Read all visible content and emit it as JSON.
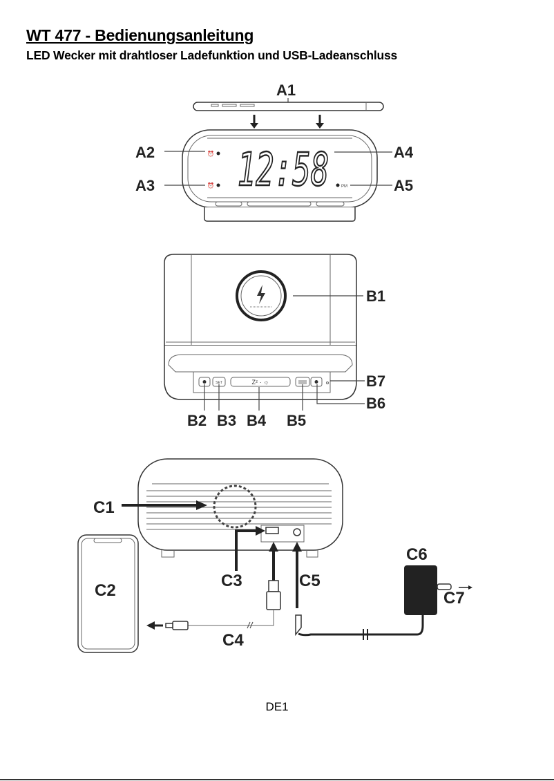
{
  "header": {
    "title": "WT 477 - Bedienungsanleitung",
    "subtitle": "LED Wecker mit drahtloser Ladefunktion und USB-Ladeanschluss"
  },
  "figure_a": {
    "labels": {
      "a1": "A1",
      "a2": "A2",
      "a3": "A3",
      "a4": "A4",
      "a5": "A5"
    },
    "display_time": "12:58",
    "pm_indicator": "PM"
  },
  "figure_b": {
    "labels": {
      "b1": "B1",
      "b2": "B2",
      "b3": "B3",
      "b4": "B4",
      "b5": "B5",
      "b6": "B6",
      "b7": "B7"
    },
    "set_button": "SET",
    "snooze_light_button": "Zᶻ · ☼"
  },
  "figure_c": {
    "labels": {
      "c1": "C1",
      "c2": "C2",
      "c3": "C3",
      "c4": "C4",
      "c5": "C5",
      "c6": "C6",
      "c7": "C7"
    }
  },
  "footer": {
    "page_number": "DE1"
  }
}
